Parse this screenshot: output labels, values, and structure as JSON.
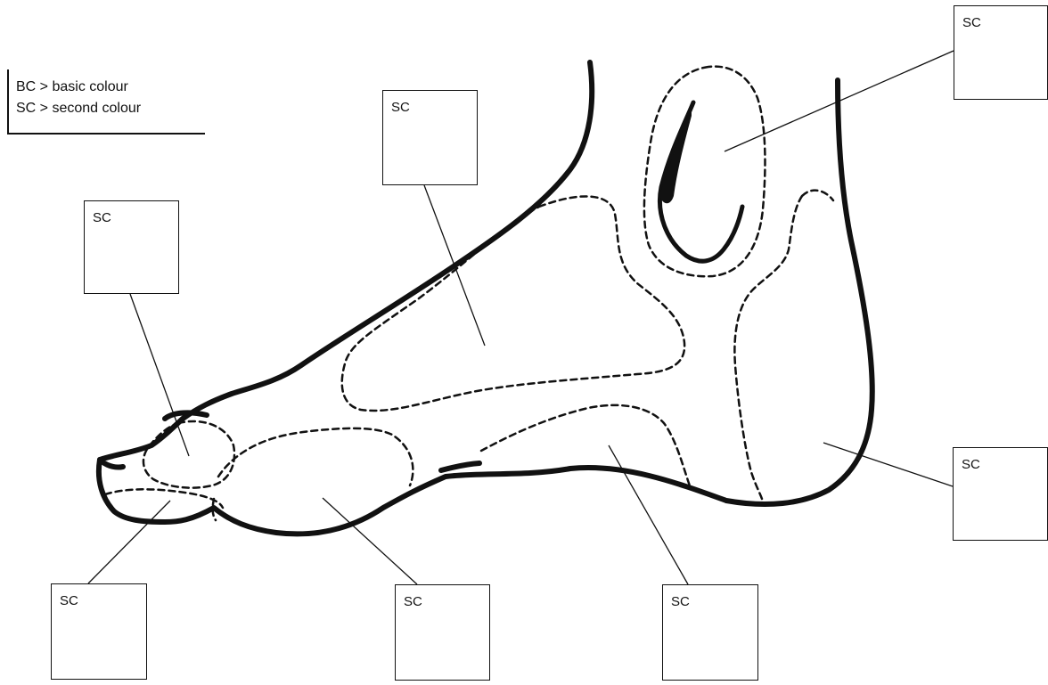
{
  "legend": {
    "line1": "BC > basic colour",
    "line2": "SC > second colour"
  },
  "boxes": [
    {
      "region": "ankle-heel-top",
      "label": "SC"
    },
    {
      "region": "dorsum",
      "label": "SC"
    },
    {
      "region": "toe-joint",
      "label": "SC"
    },
    {
      "region": "heel-side",
      "label": "SC"
    },
    {
      "region": "toe-tip",
      "label": "SC"
    },
    {
      "region": "ball-of-foot",
      "label": "SC"
    },
    {
      "region": "arch",
      "label": "SC"
    }
  ],
  "colors": {
    "outline": "#111111",
    "background": "#ffffff"
  }
}
